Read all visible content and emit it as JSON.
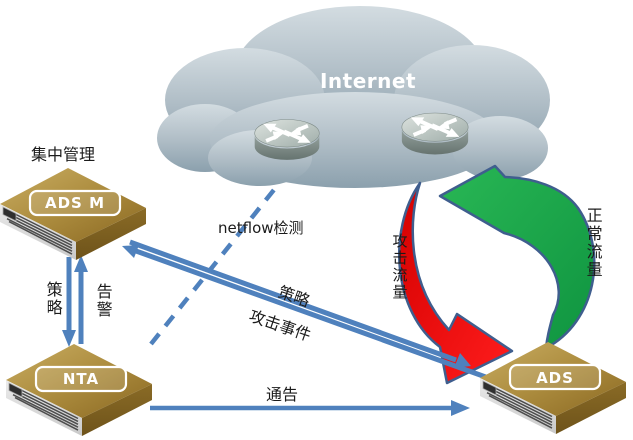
{
  "diagram": {
    "cloud": {
      "label": "Internet"
    },
    "devices": [
      {
        "id": "ads-m",
        "label": "ADS M",
        "caption": "集中管理"
      },
      {
        "id": "nta",
        "label": "NTA"
      },
      {
        "id": "ads",
        "label": "ADS"
      }
    ],
    "labels": {
      "netflow_detect": "netflow检测",
      "policy_diagonal": "策略",
      "attack_events": "攻击事件",
      "policy_vertical": "策略",
      "alarm": "告警",
      "notice": "通告",
      "attack_traffic": "攻击流量",
      "normal_traffic": "正常流量"
    },
    "colors": {
      "arrow_blue": "#4f81bd",
      "attack_red": "#e60000",
      "normal_green": "#16a34a",
      "loop_outline": "#3f5e8e",
      "device_gold_light": "#c9ad62",
      "device_gold_dark": "#8a6822",
      "cloud_top": "#cfd8de",
      "cloud_bottom": "#8ba0ad",
      "text": "#1b1b1b"
    }
  }
}
